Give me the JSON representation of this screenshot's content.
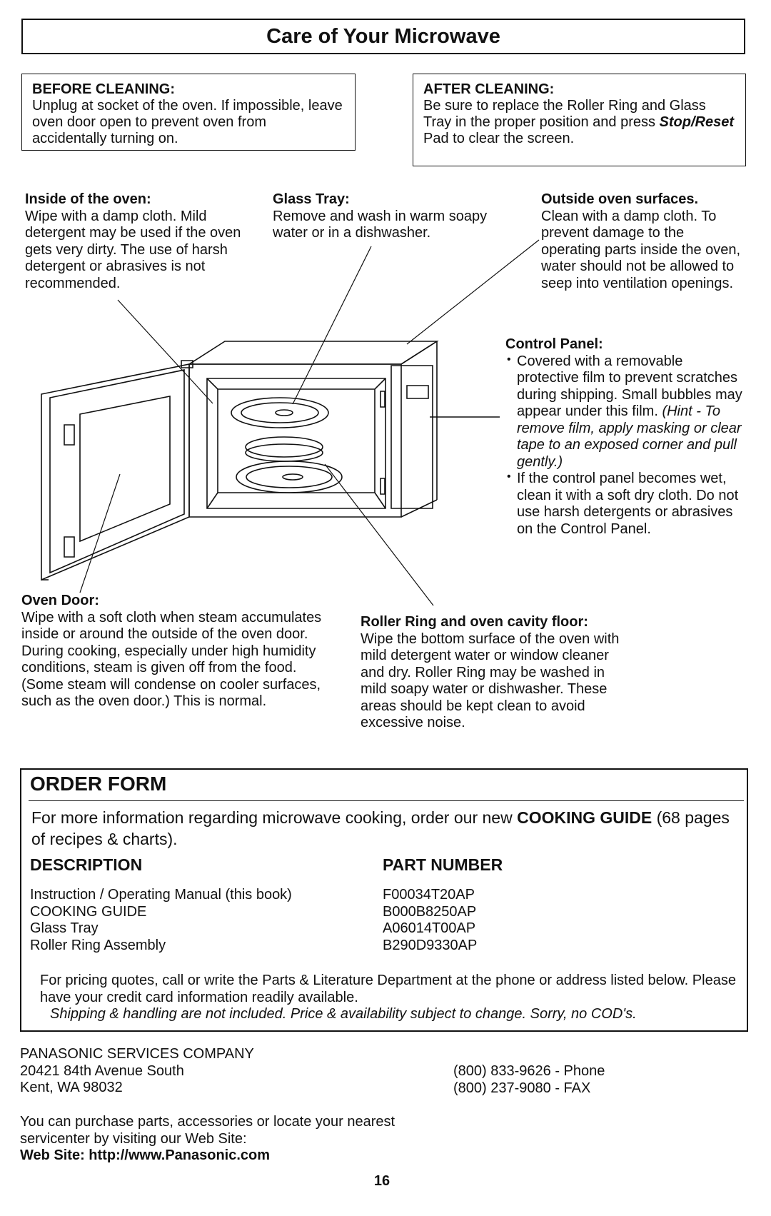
{
  "page_title": "Care of Your Microwave",
  "before_cleaning": {
    "heading": "BEFORE CLEANING:",
    "text": "Unplug at socket of the oven. If impossible, leave oven door open to prevent oven from accidentally turning on."
  },
  "after_cleaning": {
    "heading": "AFTER CLEANING:",
    "text_1": "Be sure to replace the Roller Ring and Glass Tray in the proper position and press ",
    "emphasis": "Stop/Reset",
    "text_2": " Pad to clear the screen."
  },
  "inside_oven": {
    "heading": "Inside of the oven:",
    "text": "Wipe with a damp cloth. Mild detergent may be used if the oven gets very dirty. The use of harsh detergent or abrasives is not recommended."
  },
  "glass_tray": {
    "heading": "Glass Tray:",
    "text": "Remove and wash in warm soapy water or in a dishwasher."
  },
  "outside_surfaces": {
    "heading": "Outside oven surfaces.",
    "text": "Clean with a damp cloth. To prevent damage to the operating parts inside the oven, water should not be allowed to seep into ventilation openings."
  },
  "control_panel": {
    "heading": "Control Panel:",
    "bullet_1": "Covered with a removable protective film to prevent scratches during shipping. Small bubbles may appear under this film.",
    "hint": "(Hint - To remove film, apply masking or clear tape to an exposed corner and pull gently.)",
    "bullet_2": "If the control panel becomes wet, clean it with a soft dry cloth. Do not use harsh detergents or abrasives on the Control Panel."
  },
  "oven_door": {
    "heading": "Oven Door:",
    "text": "Wipe with a soft cloth when steam accumulates inside or around the outside of the oven door. During cooking, especially under high humidity conditions, steam is given off from the food. (Some steam will condense on cooler surfaces, such as the oven door.) This is normal."
  },
  "roller_ring": {
    "heading": "Roller Ring and oven cavity floor:",
    "text": "Wipe the bottom surface of the oven with mild detergent water or window cleaner and dry. Roller Ring may be washed in mild soapy water or dishwasher. These areas should be kept clean to avoid excessive noise."
  },
  "order_form": {
    "title": "ORDER FORM",
    "intro_1": "For more information regarding microwave cooking, order our new ",
    "intro_bold": "COOKING GUIDE",
    "intro_2": " (68 pages of recipes & charts).",
    "col_description": "DESCRIPTION",
    "col_part_number": "PART NUMBER",
    "items": [
      {
        "description": "Instruction / Operating Manual (this book)",
        "part": "F00034T20AP"
      },
      {
        "description": "COOKING GUIDE",
        "part": "B000B8250AP"
      },
      {
        "description": "Glass Tray",
        "part": "A06014T00AP"
      },
      {
        "description": "Roller Ring Assembly",
        "part": "B290D9330AP"
      }
    ],
    "pricing": "For pricing quotes, call or write the Parts & Literature Department at the phone or address listed below. Please have your credit card information readily available.",
    "disclaimer": "Shipping & handling are not included. Price & availability subject to change. Sorry, no COD's."
  },
  "company": {
    "name": "PANASONIC SERVICES COMPANY",
    "address_1": "20421 84th Avenue South",
    "address_2": "Kent, WA  98032",
    "phone": "(800) 833-9626 - Phone",
    "fax": "(800) 237-9080 - FAX"
  },
  "web": {
    "text": "You can purchase parts, accessories or locate your nearest servicenter by visiting our Web Site:",
    "site": "Web Site: http://www.Panasonic.com"
  },
  "page_number": "16"
}
